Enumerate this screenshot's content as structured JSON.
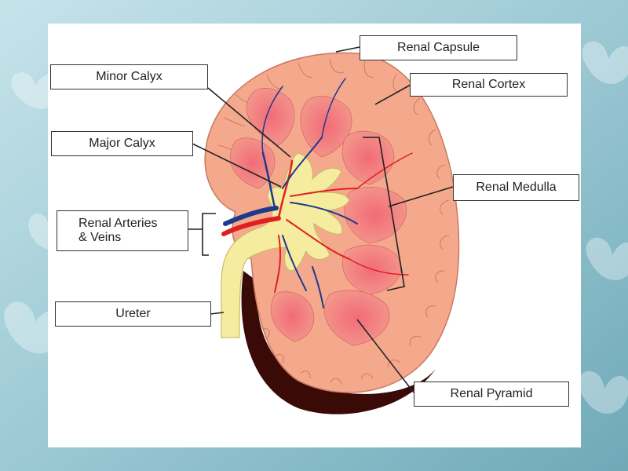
{
  "labels": {
    "renal_capsule": "Renal Capsule",
    "minor_calyx": "Minor Calyx",
    "renal_cortex": "Renal Cortex",
    "major_calyx": "Major Calyx",
    "renal_medulla": "Renal Medulla",
    "renal_arteries_line1": "Renal Arteries",
    "renal_arteries_line2": "& Veins",
    "ureter": "Ureter",
    "renal_pyramid": "Renal Pyramid"
  },
  "colors": {
    "background": "#8fc3cf",
    "slide": "#ffffff",
    "cortex": "#f4a98d",
    "pyramid": "#f08080",
    "pelvis": "#f6eca0",
    "artery": "#e02020",
    "vein": "#1e3a8a",
    "capsule_shadow": "#3a0a06"
  }
}
